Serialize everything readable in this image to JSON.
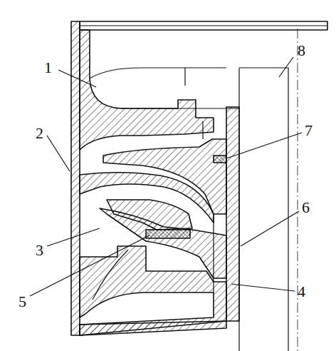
{
  "diagram": {
    "labels": [
      "8",
      "1",
      "7",
      "2",
      "3",
      "6",
      "5",
      "4"
    ]
  }
}
